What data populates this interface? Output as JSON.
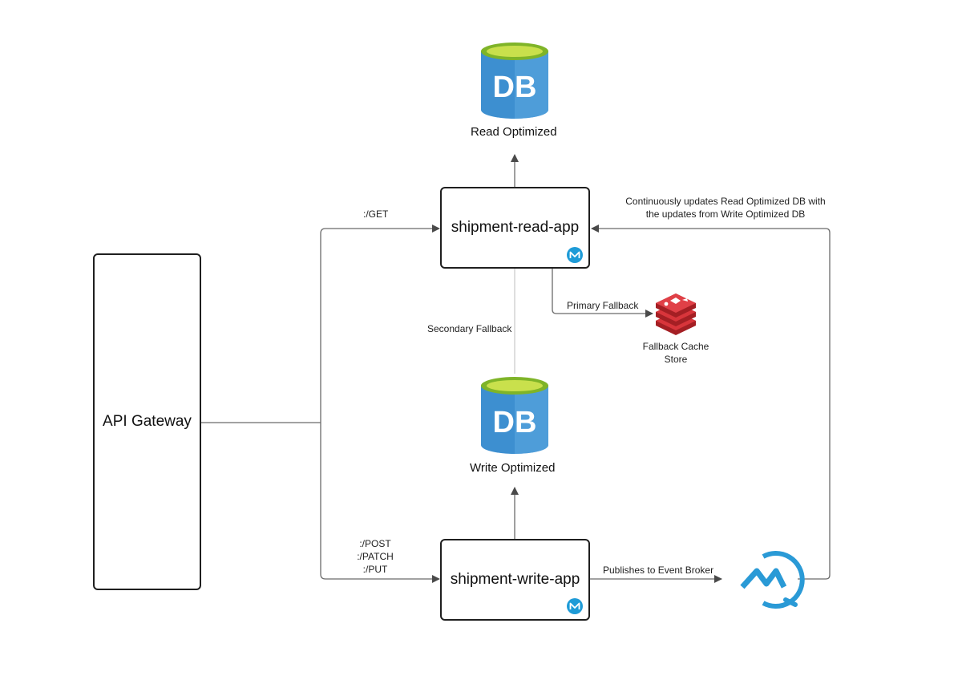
{
  "gateway": {
    "title": "API Gateway"
  },
  "read_app": {
    "title": "shipment-read-app",
    "badge_icon": "mule-icon"
  },
  "write_app": {
    "title": "shipment-write-app",
    "badge_icon": "mule-icon"
  },
  "read_db": {
    "icon_text": "DB",
    "label": "Read Optimized"
  },
  "write_db": {
    "icon_text": "DB",
    "label": "Write Optimized"
  },
  "cache": {
    "label_line1": "Fallback Cache",
    "label_line2": "Store",
    "icon": "redis-icon"
  },
  "broker": {
    "icon": "anypoint-mq-icon"
  },
  "edges": {
    "get": ":/GET",
    "post": ":/POST",
    "patch": ":/PATCH",
    "put": ":/PUT",
    "primary_fallback": "Primary Fallback",
    "secondary_fallback": "Secondary Fallback",
    "publishes": "Publishes to Event Broker",
    "sync_line1": "Continuously updates Read Optimized DB with",
    "sync_line2": "the updates from Write Optimized DB"
  },
  "colors": {
    "db_body": "#3d8fd0",
    "db_top": "#b5d334",
    "db_rim": "#7fb428",
    "redis": "#c1272d",
    "mule": "#1e9bd7",
    "mq": "#2a9ad6"
  }
}
